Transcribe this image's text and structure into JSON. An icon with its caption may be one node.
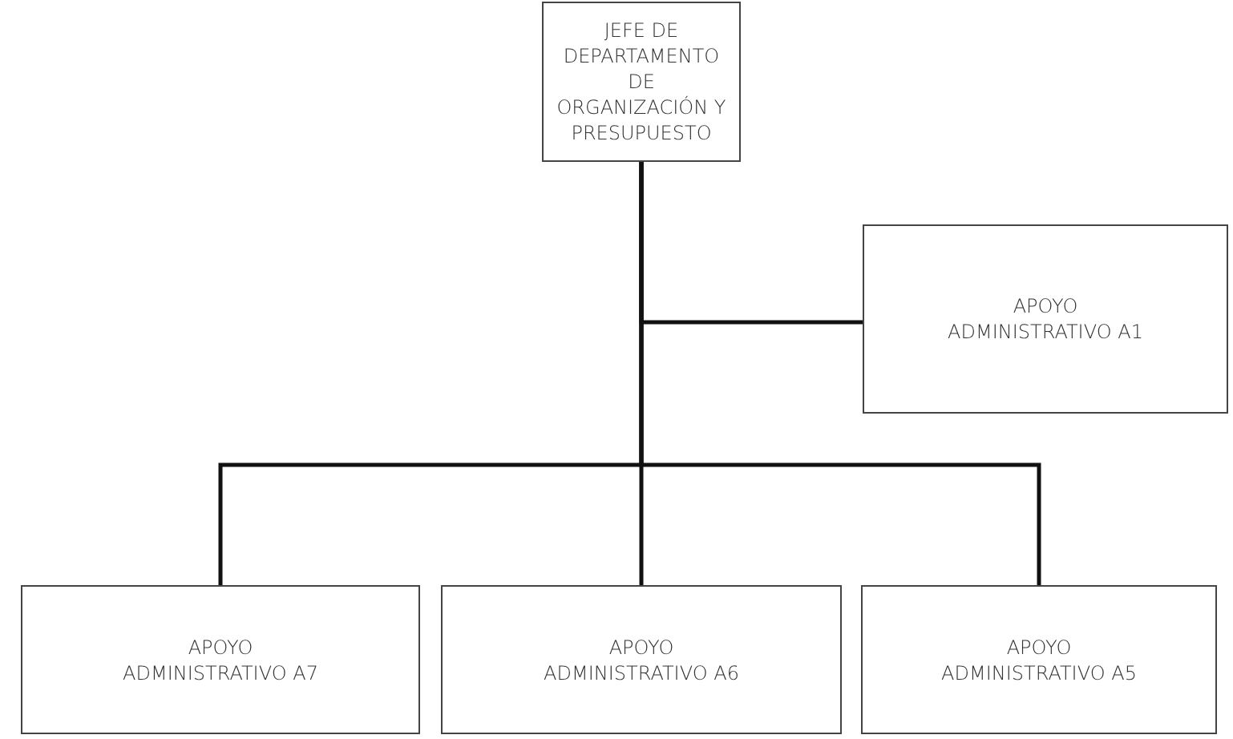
{
  "diagram": {
    "nodes": [
      {
        "text": [
          "JEFE DE DEPARTAMENTO DE ORGANIZACIÓN Y PRESUPUESTO"
        ]
      },
      {
        "text": [
          "APOYO ADMINISTRATIVO A1"
        ]
      },
      {
        "text": [
          "APOYO ADMINISTRATIVO A7"
        ]
      },
      {
        "text": [
          "APOYO ADMINISTRATIVO A6"
        ]
      },
      {
        "text": [
          "APOYO ADMINISTRATIVO A5"
        ]
      }
    ],
    "edges": [
      {
        "from": 0,
        "to": 1,
        "arrow": "none"
      },
      {
        "from": 0,
        "to": 2,
        "arrow": "none"
      },
      {
        "from": 0,
        "to": 3,
        "arrow": "none"
      },
      {
        "from": 0,
        "to": 4,
        "arrow": "none"
      }
    ]
  }
}
